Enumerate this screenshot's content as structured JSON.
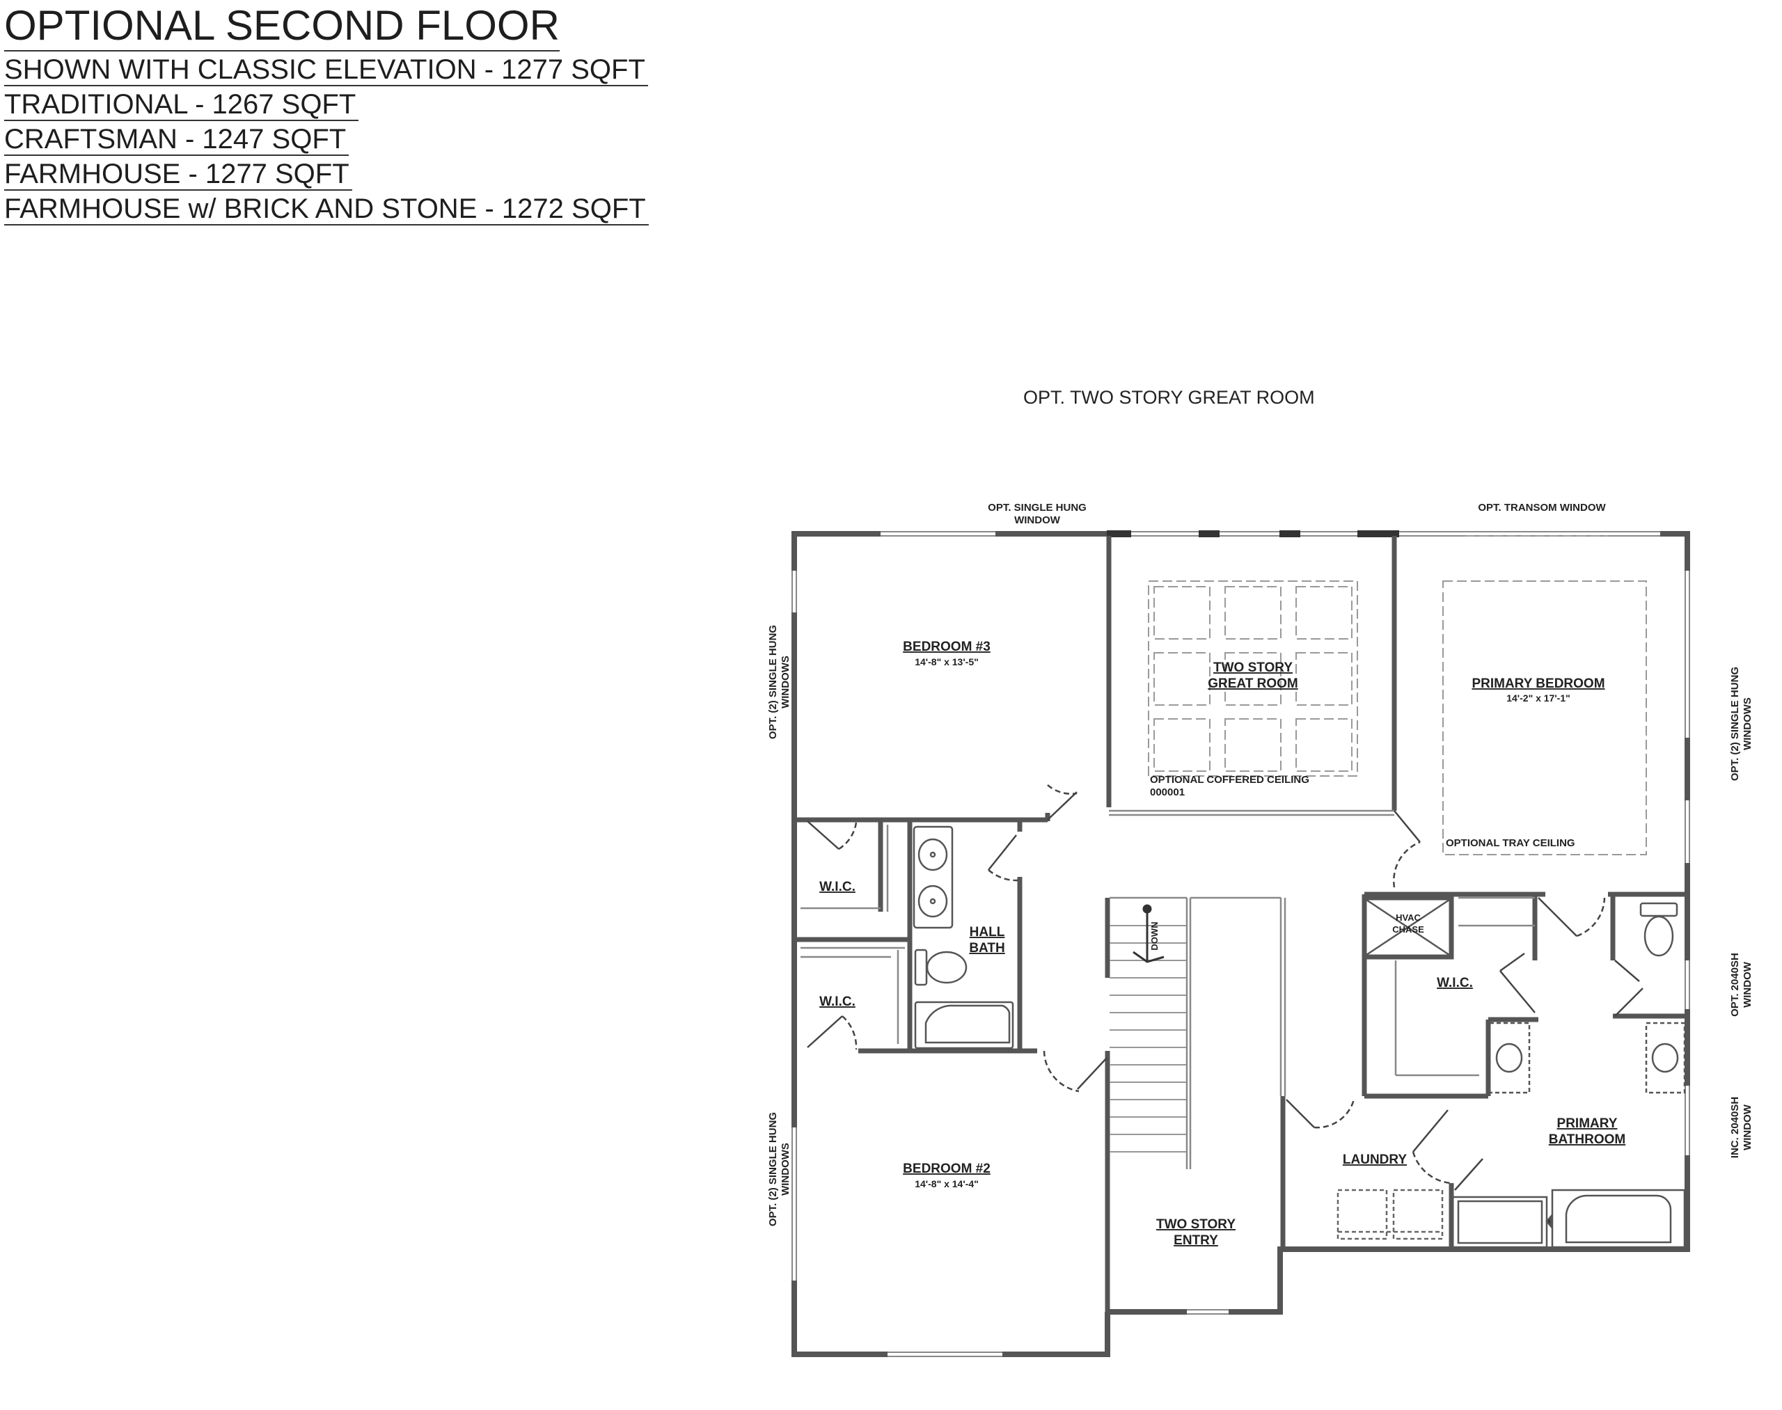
{
  "header": {
    "title": "OPTIONAL SECOND FLOOR",
    "lines": [
      "SHOWN WITH CLASSIC ELEVATION - 1277 SQFT",
      "TRADITIONAL - 1267 SQFT",
      "CRAFTSMAN - 1247 SQFT",
      "FARMHOUSE - 1277 SQFT",
      "FARMHOUSE w/ BRICK AND STONE - 1272 SQFT"
    ]
  },
  "caption": "OPT. TWO STORY GREAT ROOM",
  "notes": {
    "single_hung_top_1": "OPT. SINGLE HUNG",
    "single_hung_top_2": "WINDOW",
    "transom_top": "OPT. TRANSOM WINDOW",
    "left_windows_upper_1": "OPT. (2) SINGLE HUNG",
    "left_windows_upper_2": "WINDOWS",
    "left_windows_lower_1": "OPT. (2) SINGLE HUNG",
    "left_windows_lower_2": "WINDOWS",
    "right_windows_upper_1": "OPT. (2) SINGLE HUNG",
    "right_windows_upper_2": "WINDOWS",
    "right_2040_opt_1": "OPT. 2040SH",
    "right_2040_opt_2": "WINDOW",
    "right_2040_inc_1": "INC. 2040SH",
    "right_2040_inc_2": "WINDOW",
    "coffered": "OPTIONAL COFFERED CEILING",
    "coffered_code": "000001",
    "tray": "OPTIONAL TRAY CEILING"
  },
  "rooms": {
    "bedroom3": "BEDROOM #3",
    "bedroom3_dim": "14'-8\" x 13'-5\"",
    "great_room_1": "TWO STORY",
    "great_room_2": "GREAT ROOM",
    "primary_bedroom": "PRIMARY BEDROOM",
    "primary_bedroom_dim": "14'-2\" x 17'-1\"",
    "wic_upper": "W.I.C.",
    "wic_lower": "W.I.C.",
    "hall_bath_1": "HALL",
    "hall_bath_2": "BATH",
    "stair_down": "DOWN",
    "hvac_1": "HVAC",
    "hvac_2": "CHASE",
    "wic_primary": "W.I.C.",
    "laundry": "LAUNDRY",
    "primary_bath_1": "PRIMARY",
    "primary_bath_2": "BATHROOM",
    "bedroom2": "BEDROOM #2",
    "bedroom2_dim": "14'-8\" x 14'-4\"",
    "entry_1": "TWO STORY",
    "entry_2": "ENTRY"
  },
  "colors": {
    "wall": "#555555",
    "wall_dark": "#3a3a3a",
    "line": "#777777",
    "dash": "#9a9a9a"
  }
}
